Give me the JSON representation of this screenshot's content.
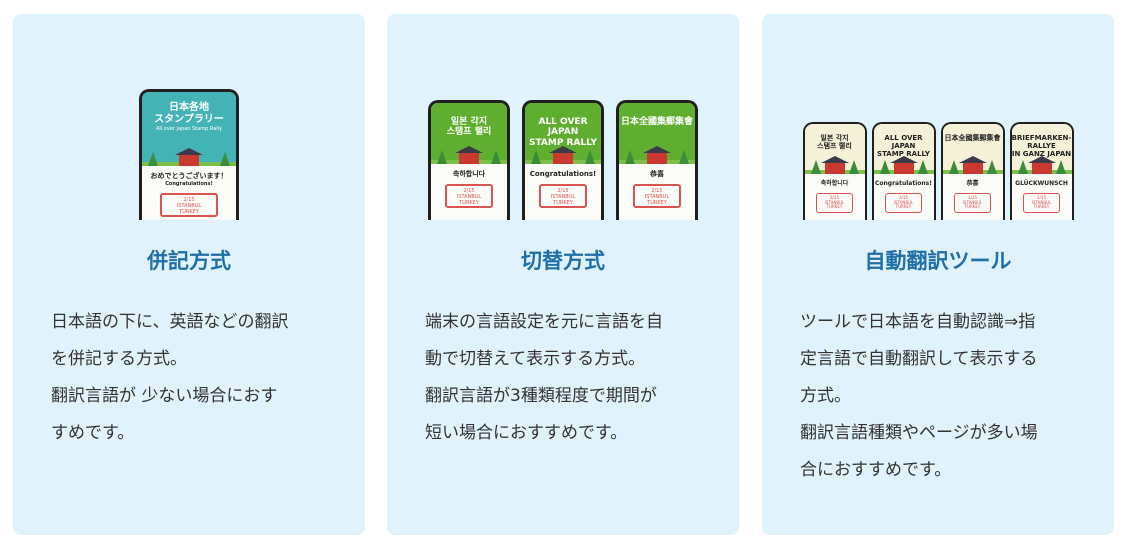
{
  "cards": [
    {
      "title": "併記方式",
      "lines": [
        "日本語の下に、英語などの翻訳",
        "を併記する方式。",
        "翻訳言語が 少ない場合におす",
        "すめです。"
      ],
      "phones": [
        {
          "top_line1": "日本各地",
          "top_line2": "スタンプラリー",
          "top_sub": "All over Japan Stamp Rally",
          "msg": "おめでとうございます！",
          "msg_sub": "Congratulations!",
          "stamp_date": "2/15",
          "stamp_city": "ISTANBUL",
          "stamp_country": "TURKEY"
        }
      ]
    },
    {
      "title": "切替方式",
      "lines": [
        "端末の言語設定を元に言語を自",
        "動で切替えて表示する方式。",
        "翻訳言語が3種類程度で期間が",
        "短い場合におすすめです。"
      ],
      "phones": [
        {
          "top_line1": "일본 각지",
          "top_line2": "스탬프 랠리",
          "msg": "축하합니다",
          "stamp_date": "2/15",
          "stamp_city": "ISTANBUL",
          "stamp_country": "TURKEY"
        },
        {
          "top_line1": "ALL OVER JAPAN",
          "top_line2": "STAMP RALLY",
          "msg": "Congratulations!",
          "stamp_date": "2/15",
          "stamp_city": "ISTANBUL",
          "stamp_country": "TURKEY"
        },
        {
          "top_line1": "日本全國集郵集會",
          "top_line2": "",
          "msg": "恭喜",
          "stamp_date": "2/15",
          "stamp_city": "ISTANBUL",
          "stamp_country": "TURKEY"
        }
      ]
    },
    {
      "title": "自動翻訳ツール",
      "lines": [
        "ツールで日本語を自動認識⇒指",
        "定言語で自動翻訳して表示する",
        "方式。",
        "翻訳言語種類やページが多い場",
        "合におすすめです。"
      ],
      "phones": [
        {
          "top_line1": "일본 각지",
          "top_line2": "스탬프 랠리",
          "msg": "축하합니다",
          "stamp_date": "2/15",
          "stamp_city": "ISTANBUL",
          "stamp_country": "TURKEY"
        },
        {
          "top_line1": "ALL OVER JAPAN",
          "top_line2": "STAMP RALLY",
          "msg": "Congratulations!",
          "stamp_date": "2/15",
          "stamp_city": "ISTANBUL",
          "stamp_country": "TURKEY"
        },
        {
          "top_line1": "日本全國集郵集會",
          "top_line2": "",
          "msg": "恭喜",
          "stamp_date": "2/15",
          "stamp_city": "ISTANBUL",
          "stamp_country": "TURKEY"
        },
        {
          "top_line1": "BRIEFMARKEN-RALLYE",
          "top_line2": "IN GANZ JAPAN",
          "msg": "GLÜCKWUNSCH",
          "stamp_date": "2/15",
          "stamp_city": "ISTANBUL",
          "stamp_country": "TURKEY"
        }
      ]
    }
  ]
}
